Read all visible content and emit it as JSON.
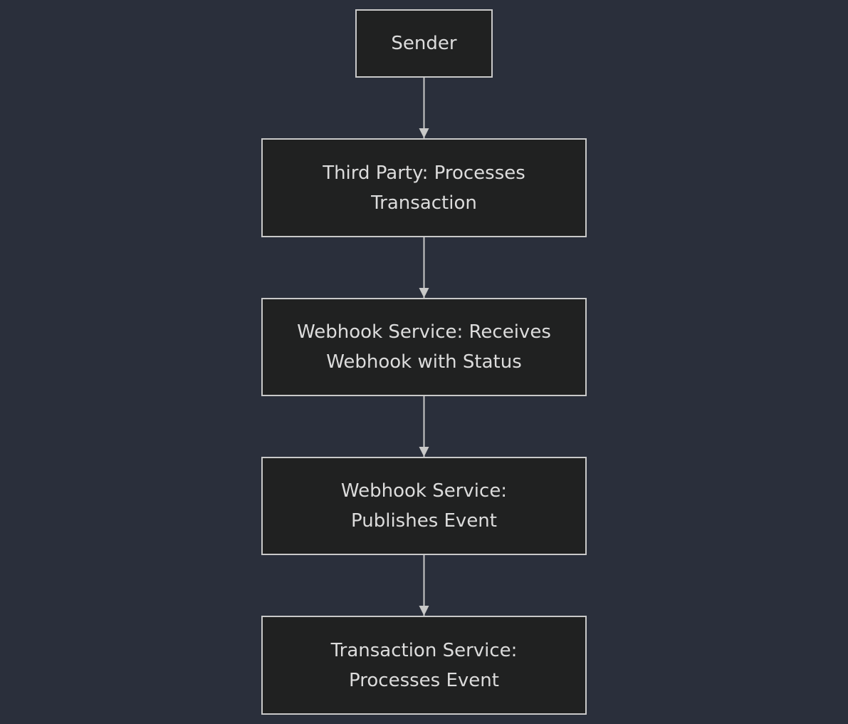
{
  "diagram": {
    "type": "flowchart",
    "direction": "top-to-bottom",
    "colors": {
      "background": "#2a2f3b",
      "node_fill": "#202121",
      "node_border": "#c9c9c9",
      "text": "#dcdcdc",
      "edge": "#c9c9c9"
    },
    "nodes": [
      {
        "lines": [
          "Sender"
        ]
      },
      {
        "lines": [
          "Third Party: Processes",
          "Transaction"
        ]
      },
      {
        "lines": [
          "Webhook Service: Receives",
          "Webhook with Status"
        ]
      },
      {
        "lines": [
          "Webhook Service:",
          "Publishes Event"
        ]
      },
      {
        "lines": [
          "Transaction Service:",
          "Processes Event"
        ]
      }
    ],
    "edges": [
      {
        "from": 0,
        "to": 1
      },
      {
        "from": 1,
        "to": 2
      },
      {
        "from": 2,
        "to": 3
      },
      {
        "from": 3,
        "to": 4
      }
    ]
  }
}
